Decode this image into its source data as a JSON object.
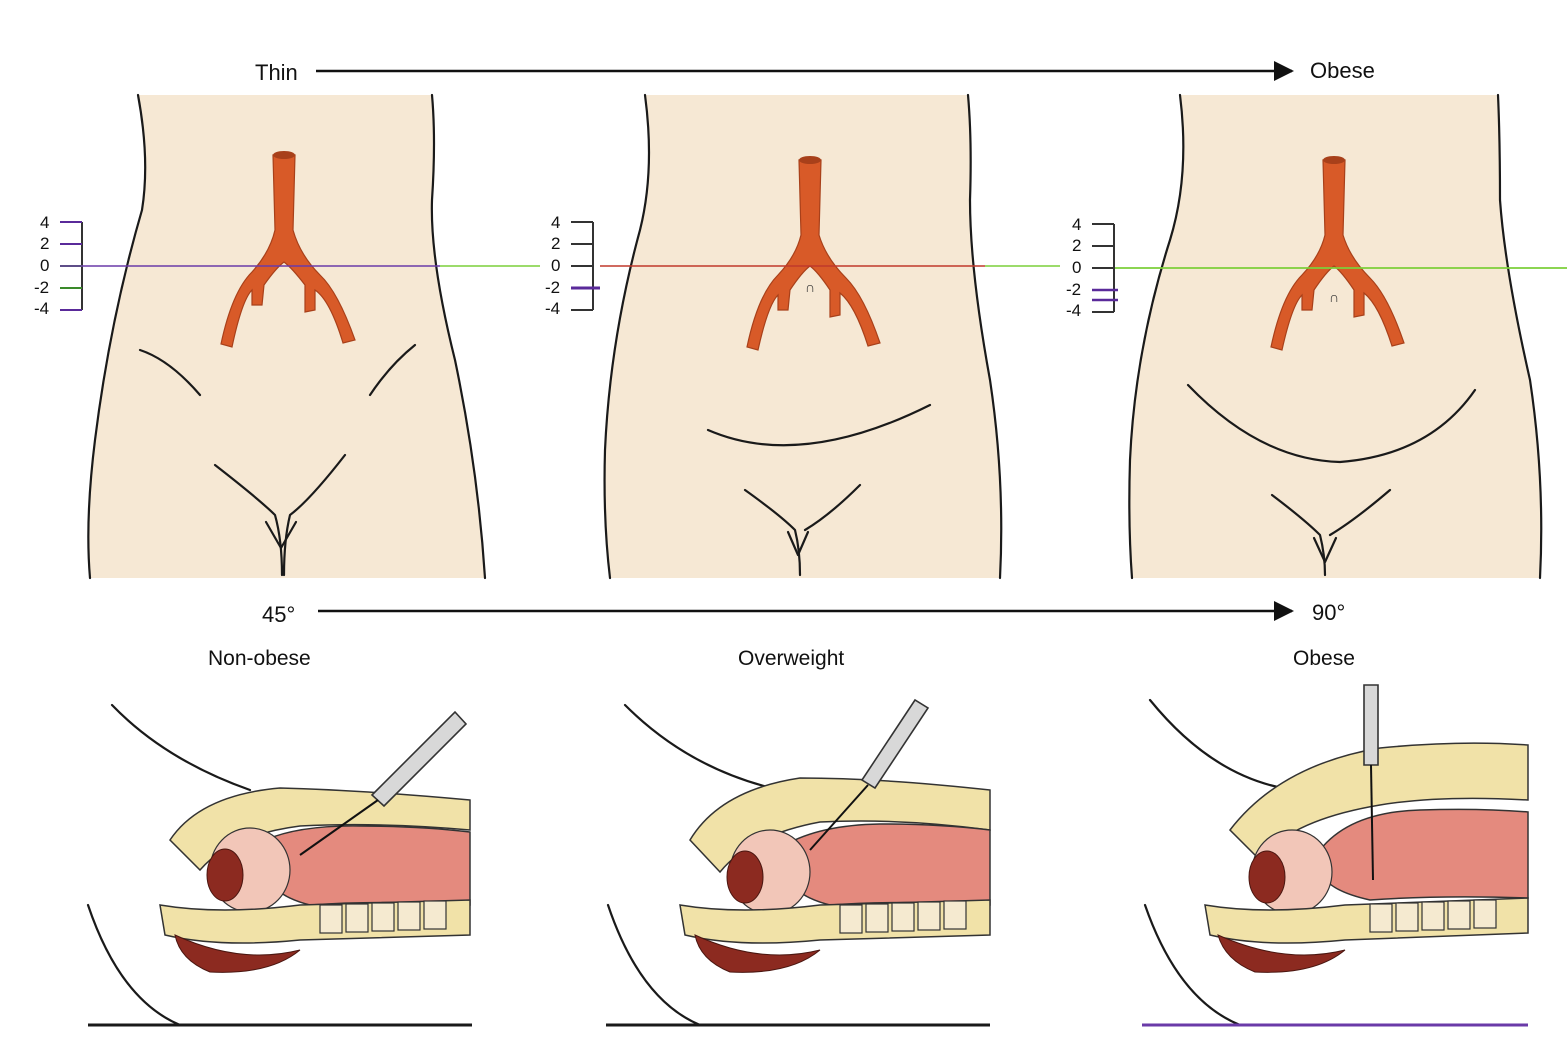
{
  "top_axis": {
    "start_label": "Thin",
    "end_label": "Obese"
  },
  "scale_ticks": [
    "4",
    "2",
    "0",
    "-2",
    "-4"
  ],
  "bottom_axis": {
    "start_label": "45°",
    "end_label": "90°"
  },
  "panels": [
    {
      "title": "Non-obese"
    },
    {
      "title": "Overweight"
    },
    {
      "title": "Obese"
    }
  ],
  "colors": {
    "skin": "#f6e8d4",
    "artery": "#d85a28",
    "cavity": "#e48a7e",
    "fat": "#f1e2a8",
    "umbilical_line_green": "#7ccf3a",
    "umbilical_line_purple": "#6a3aa8",
    "umbilical_line_red": "#c0392b",
    "tick_purple": "#5a2a9a",
    "tick_green": "#3a8a2a"
  },
  "icons": [
    "arrow-right-icon",
    "laparoscope-needle-icon"
  ]
}
